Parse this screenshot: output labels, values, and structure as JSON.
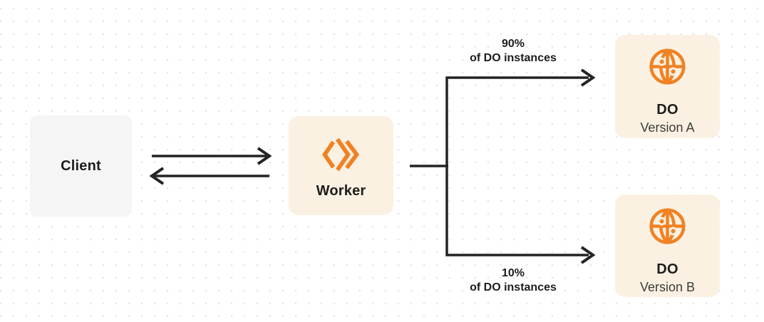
{
  "colors": {
    "orange": "#F08224",
    "node_cream": "#FBF1E2",
    "node_gray": "#F5F5F6",
    "line_dark": "#232323",
    "text_dark": "#1D1D1D",
    "text_subtle": "#3C3C36",
    "dot_grid": "#E7E7EA"
  },
  "nodes": {
    "client": {
      "label": "Client"
    },
    "worker": {
      "label": "Worker",
      "icon": "cloudflare-workers-icon"
    },
    "do_version_a": {
      "title": "DO",
      "subtitle": "Version A",
      "icon": "durable-object-globe-icon"
    },
    "do_version_b": {
      "title": "DO",
      "subtitle": "Version B",
      "icon": "durable-object-globe-icon"
    }
  },
  "edges": {
    "client_worker": {
      "type": "bidirectional-arrows"
    },
    "split_top": {
      "label_line1": "90%",
      "label_line2": "of DO instances"
    },
    "split_bottom": {
      "label_line1": "10%",
      "label_line2": "of DO instances"
    }
  }
}
